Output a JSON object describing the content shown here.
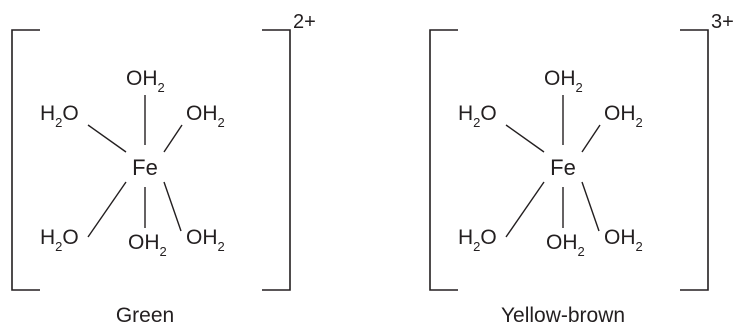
{
  "complexes": [
    {
      "metal": "Fe",
      "charge": "2+",
      "caption": "Green",
      "ligand": {
        "main": "O",
        "hydrogen": "H",
        "count": "2"
      }
    },
    {
      "metal": "Fe",
      "charge": "3+",
      "caption": "Yellow-brown",
      "ligand": {
        "main": "O",
        "hydrogen": "H",
        "count": "2"
      }
    }
  ]
}
